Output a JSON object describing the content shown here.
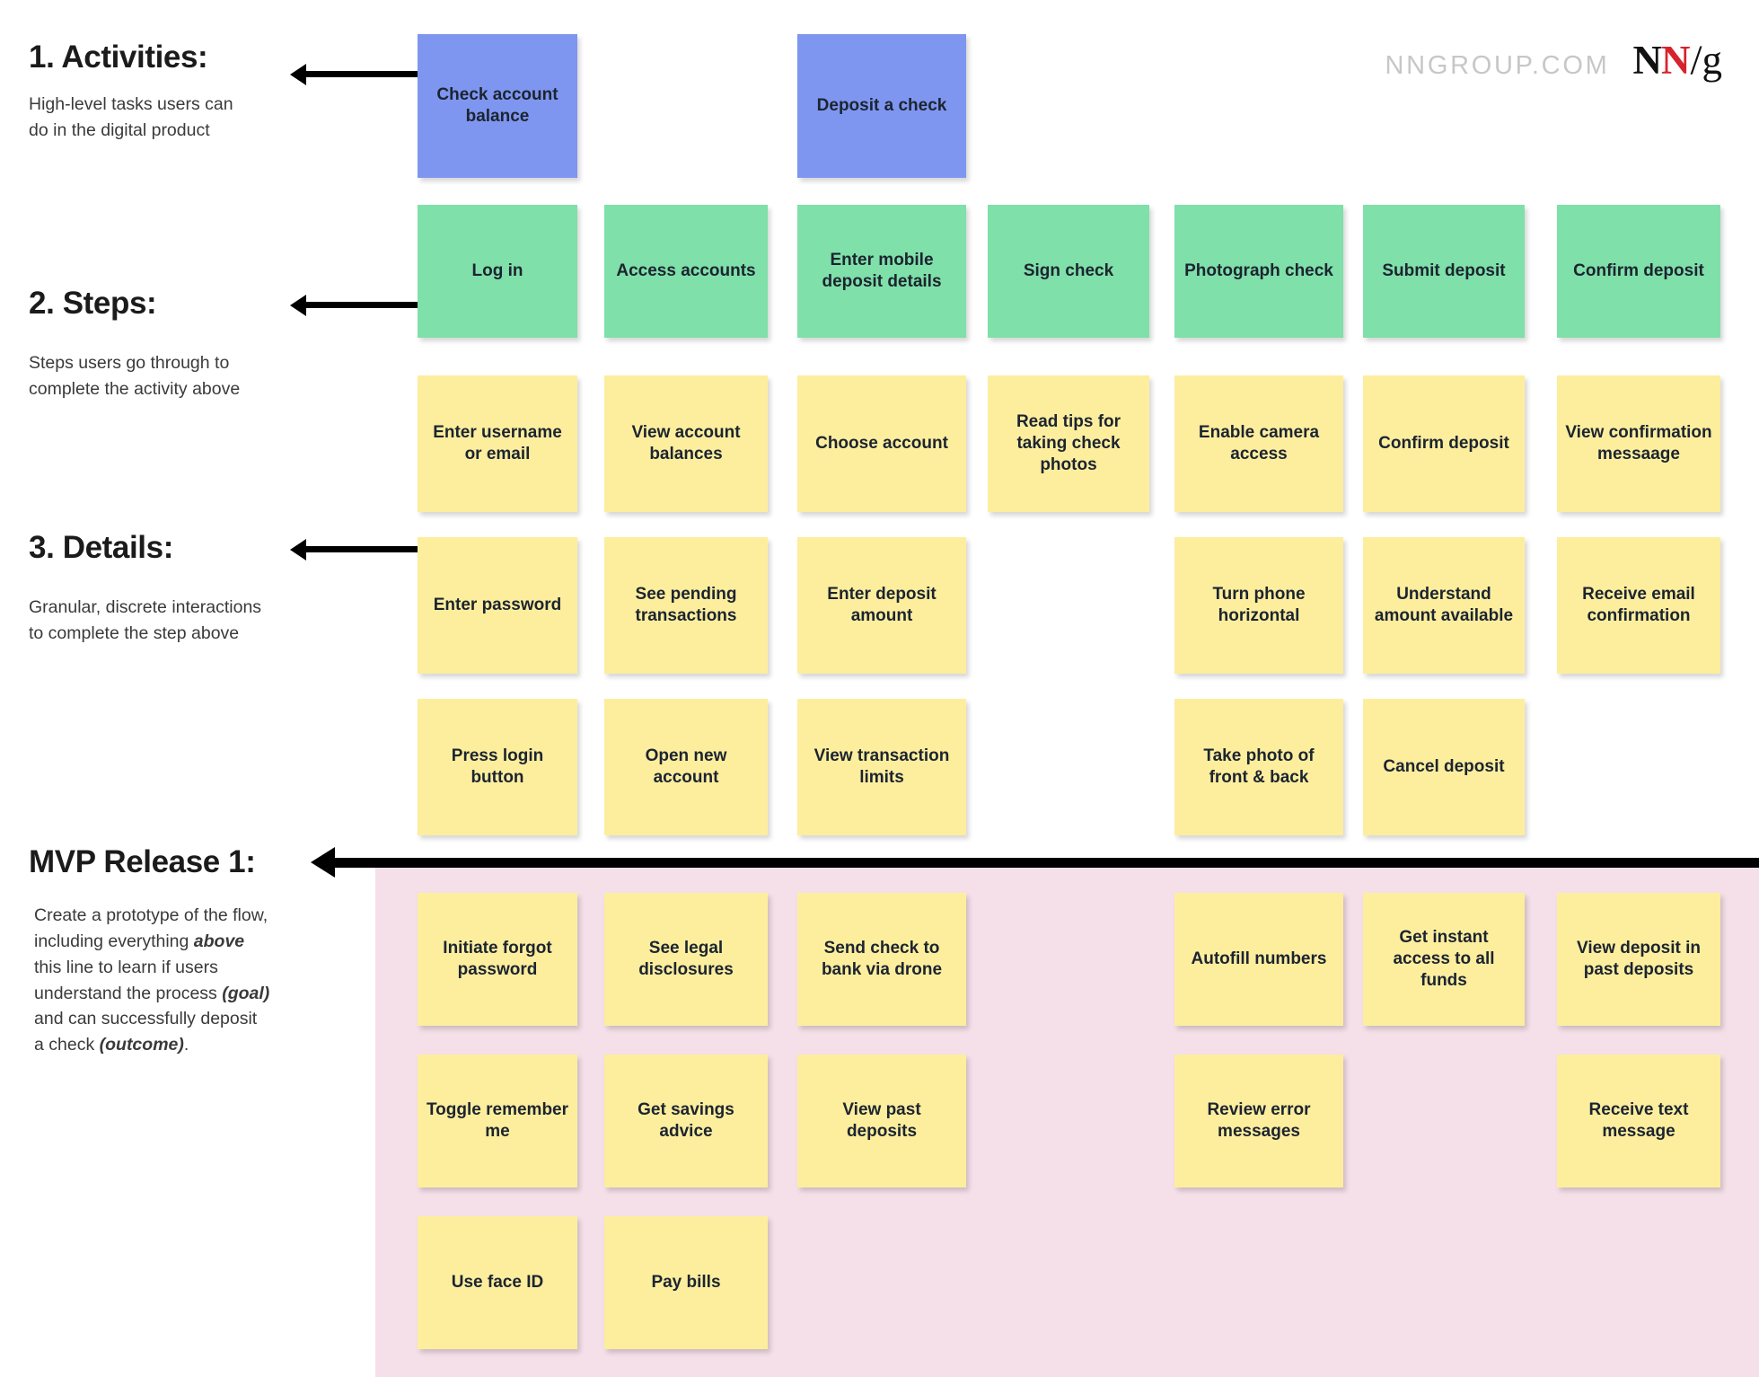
{
  "brand": {
    "domain": "NNGROUP.COM",
    "logo_n1": "N",
    "logo_n2": "N",
    "logo_slash": "/",
    "logo_g": "g"
  },
  "legend": [
    {
      "title": "1. Activities:",
      "desc_line1": "High-level tasks users can",
      "desc_line2": "do in the digital product"
    },
    {
      "title": "2. Steps:",
      "desc_line1": "Steps users go through to",
      "desc_line2": "complete the activity above"
    },
    {
      "title": "3. Details:",
      "desc_line1": "Granular, discrete interactions",
      "desc_line2": "to complete the step above"
    }
  ],
  "mvp": {
    "title": "MVP Release 1:",
    "desc_a": "Create a prototype of the flow,",
    "desc_b": "including everything ",
    "desc_b_em": "above",
    "desc_c": "this line to learn if users",
    "desc_d": "understand the process ",
    "desc_d_em": "(goal)",
    "desc_e": "and can successfully deposit",
    "desc_f": "a check ",
    "desc_f_em": "(outcome)",
    "desc_f_tail": "."
  },
  "colors": {
    "activity": "#7e96f0",
    "step": "#7fe0a9",
    "detail": "#fdee9e",
    "mvp_band": "#f5dfe8",
    "rule": "#000000",
    "brand_red": "#d6232c",
    "brand_gray": "#c7c7c9"
  },
  "board": {
    "activities": [
      {
        "label": "Check account balance",
        "col": 0
      },
      {
        "label": "Deposit a check",
        "col": 2
      }
    ],
    "steps": [
      {
        "label": "Log in",
        "col": 0
      },
      {
        "label": "Access accounts",
        "col": 1
      },
      {
        "label": "Enter mobile deposit details",
        "col": 2
      },
      {
        "label": "Sign check",
        "col": 3
      },
      {
        "label": "Photograph check",
        "col": 4
      },
      {
        "label": "Submit deposit",
        "col": 5
      },
      {
        "label": "Confirm deposit",
        "col": 6
      }
    ],
    "details_row1": [
      {
        "label": "Enter username or email",
        "col": 0
      },
      {
        "label": "View account balances",
        "col": 1
      },
      {
        "label": "Choose account",
        "col": 2
      },
      {
        "label": "Read tips for taking check photos",
        "col": 3
      },
      {
        "label": "Enable camera access",
        "col": 4
      },
      {
        "label": "Confirm deposit",
        "col": 5
      },
      {
        "label": "View confirmation messaage",
        "col": 6
      }
    ],
    "details_row2": [
      {
        "label": "Enter password",
        "col": 0
      },
      {
        "label": "See pending transactions",
        "col": 1
      },
      {
        "label": "Enter deposit amount",
        "col": 2
      },
      {
        "label": "Turn phone horizontal",
        "col": 4
      },
      {
        "label": "Understand amount available",
        "col": 5
      },
      {
        "label": "Receive email confirmation",
        "col": 6
      }
    ],
    "details_row3": [
      {
        "label": "Press login button",
        "col": 0
      },
      {
        "label": "Open new account",
        "col": 1
      },
      {
        "label": "View transaction limits",
        "col": 2
      },
      {
        "label": "Take photo of front & back",
        "col": 4
      },
      {
        "label": "Cancel deposit",
        "col": 5
      }
    ],
    "backlog_row1": [
      {
        "label": "Initiate forgot password",
        "col": 0
      },
      {
        "label": "See legal disclosures",
        "col": 1
      },
      {
        "label": "Send check to bank via drone",
        "col": 2
      },
      {
        "label": "Autofill numbers",
        "col": 4
      },
      {
        "label": "Get instant access to all funds",
        "col": 5
      },
      {
        "label": "View deposit in past deposits",
        "col": 6
      }
    ],
    "backlog_row2": [
      {
        "label": "Toggle remember me",
        "col": 0
      },
      {
        "label": "Get savings advice",
        "col": 1
      },
      {
        "label": "View past deposits",
        "col": 2
      },
      {
        "label": "Review error messages",
        "col": 4
      },
      {
        "label": "Receive text message",
        "col": 6
      }
    ],
    "backlog_row3": [
      {
        "label": "Use face ID",
        "col": 0
      },
      {
        "label": "Pay bills",
        "col": 1
      }
    ]
  }
}
